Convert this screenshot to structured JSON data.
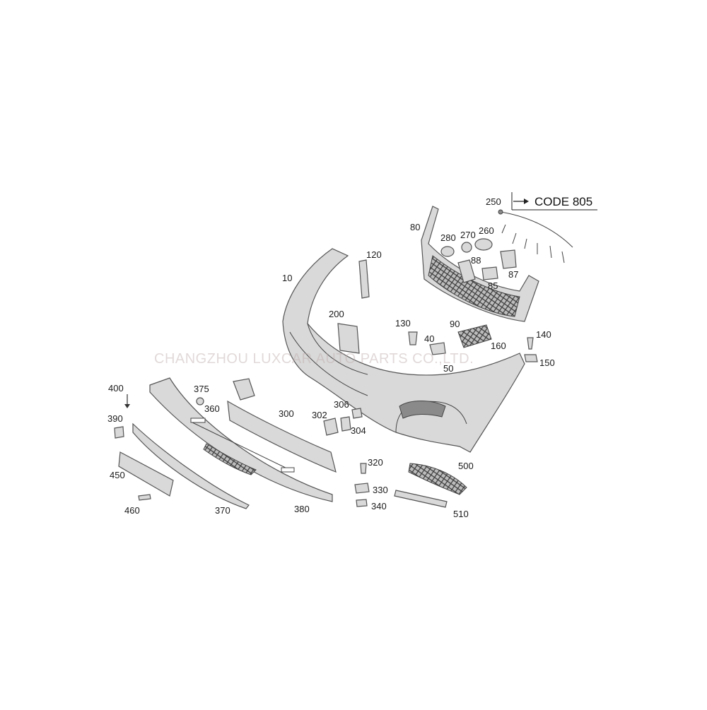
{
  "diagram": {
    "code_reference": {
      "arrow_label": "CODE 805",
      "ref_number": "250"
    },
    "watermark": "CHANGZHOU LUXCAR AUTO PARTS CO.,LTD.",
    "callouts": [
      "10",
      "40",
      "50",
      "80",
      "85",
      "87",
      "88",
      "90",
      "120",
      "130",
      "140",
      "150",
      "160",
      "200",
      "250",
      "260",
      "270",
      "280",
      "300",
      "302",
      "304",
      "306",
      "320",
      "330",
      "340",
      "360",
      "370",
      "375",
      "380",
      "390",
      "400",
      "450",
      "460",
      "500",
      "510"
    ],
    "colors": {
      "part_fill": "#d9d9d9",
      "outline": "#555555",
      "mesh": "#444444"
    }
  }
}
